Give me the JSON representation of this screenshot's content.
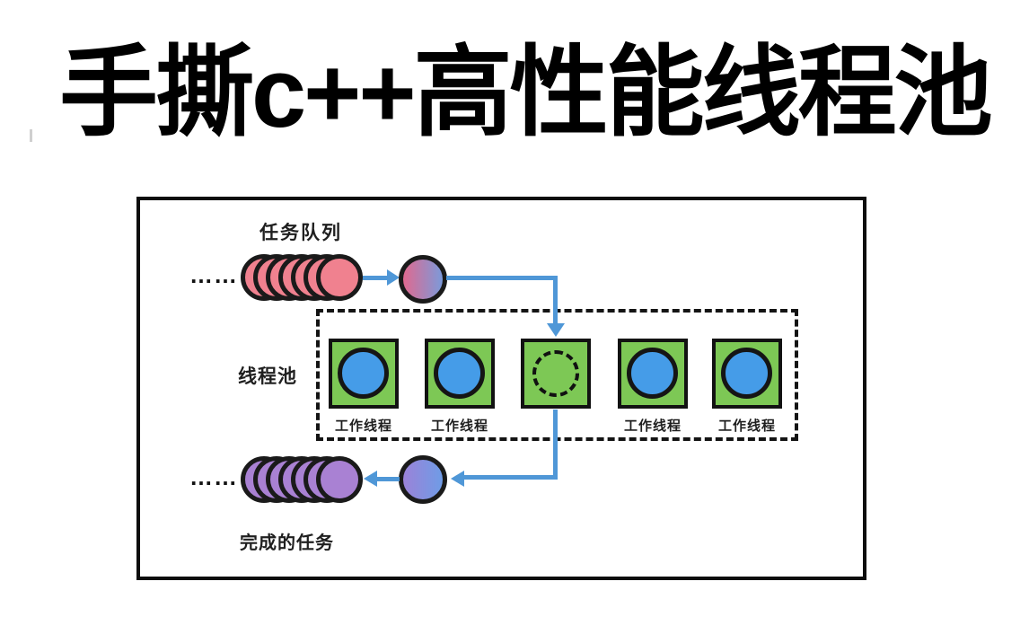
{
  "title": "手撕c++高性能线程池",
  "task_queue": {
    "label": "任务队列",
    "ellipsis": "……",
    "pending_count": 7
  },
  "thread_pool": {
    "label": "线程池",
    "workers": [
      {
        "state": "busy",
        "label": "工作线程"
      },
      {
        "state": "busy",
        "label": "工作线程"
      },
      {
        "state": "idle",
        "label": ""
      },
      {
        "state": "busy",
        "label": "工作线程"
      },
      {
        "state": "busy",
        "label": "工作线程"
      }
    ]
  },
  "completed": {
    "label": "完成的任务",
    "ellipsis": "……",
    "count": 7
  },
  "colors": {
    "task_pink": "#f0818f",
    "task_gradient_left": "#e0698f",
    "task_gradient_right": "#7b9ada",
    "worker_green": "#7dc855",
    "busy_blue": "#459ce8",
    "done_purple": "#a981d3",
    "done_gradient_left": "#9b82d8",
    "done_gradient_right": "#6f9ce6",
    "arrow_blue": "#4f97d7"
  }
}
